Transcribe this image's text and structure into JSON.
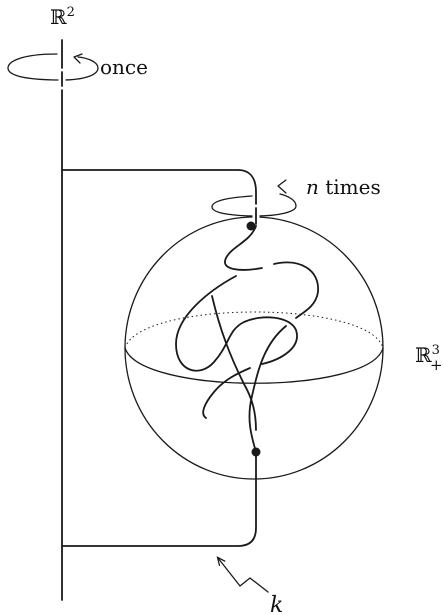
{
  "labels": {
    "plane": "ℝ",
    "plane_sup": "2",
    "once": "once",
    "n_var": "n",
    "n_times": " times",
    "half_space": "ℝ",
    "half_space_sup": "3",
    "half_space_sub": "+",
    "knot": "k"
  },
  "colors": {
    "ink": "#1a1a1a",
    "background": "#ffffff"
  },
  "icons": {
    "once_arrow": "rotation-arrow-icon",
    "n_times_arrow": "rotation-arrow-icon",
    "knot_pointer": "zigzag-arrow-icon"
  }
}
